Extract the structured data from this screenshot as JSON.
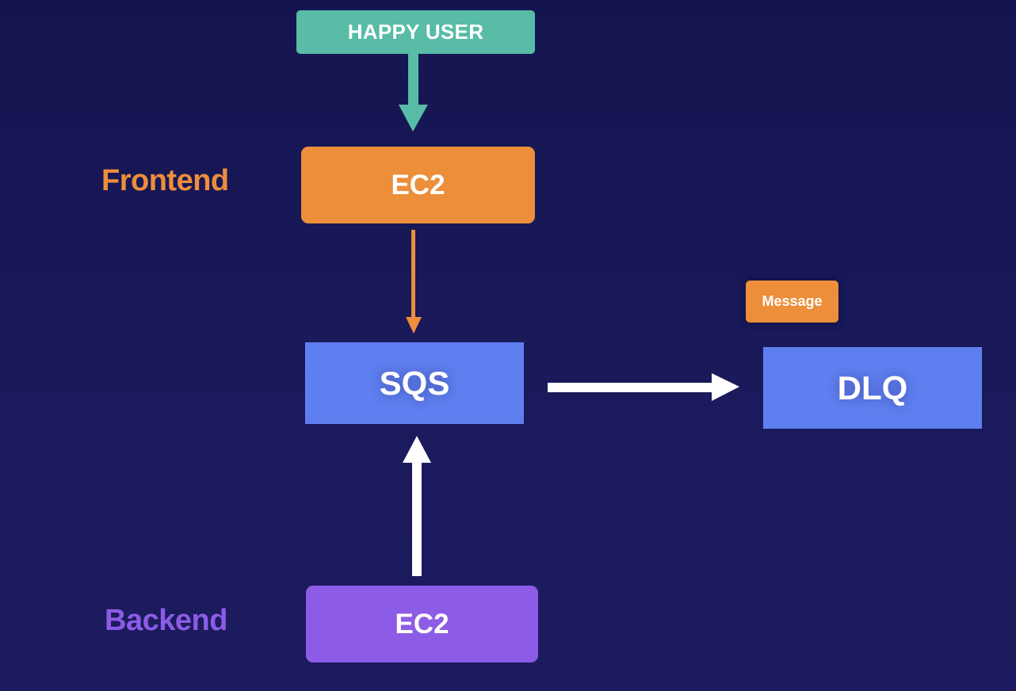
{
  "colors": {
    "background": "#17175a",
    "user": "#58bca6",
    "frontend": "#ed8e3b",
    "queue": "#5f7ff0",
    "backend": "#8c5ce6",
    "arrow_white": "#ffffff"
  },
  "nodes": {
    "happy_user": "HAPPY USER",
    "frontend_ec2": "EC2",
    "sqs": "SQS",
    "dlq": "DLQ",
    "message": "Message",
    "backend_ec2": "EC2"
  },
  "labels": {
    "frontend": "Frontend",
    "backend": "Backend"
  },
  "edges": [
    {
      "from": "happy_user",
      "to": "frontend_ec2",
      "color": "user"
    },
    {
      "from": "frontend_ec2",
      "to": "sqs",
      "color": "frontend"
    },
    {
      "from": "backend_ec2",
      "to": "sqs",
      "color": "arrow_white"
    },
    {
      "from": "sqs",
      "to": "dlq",
      "color": "arrow_white"
    }
  ]
}
